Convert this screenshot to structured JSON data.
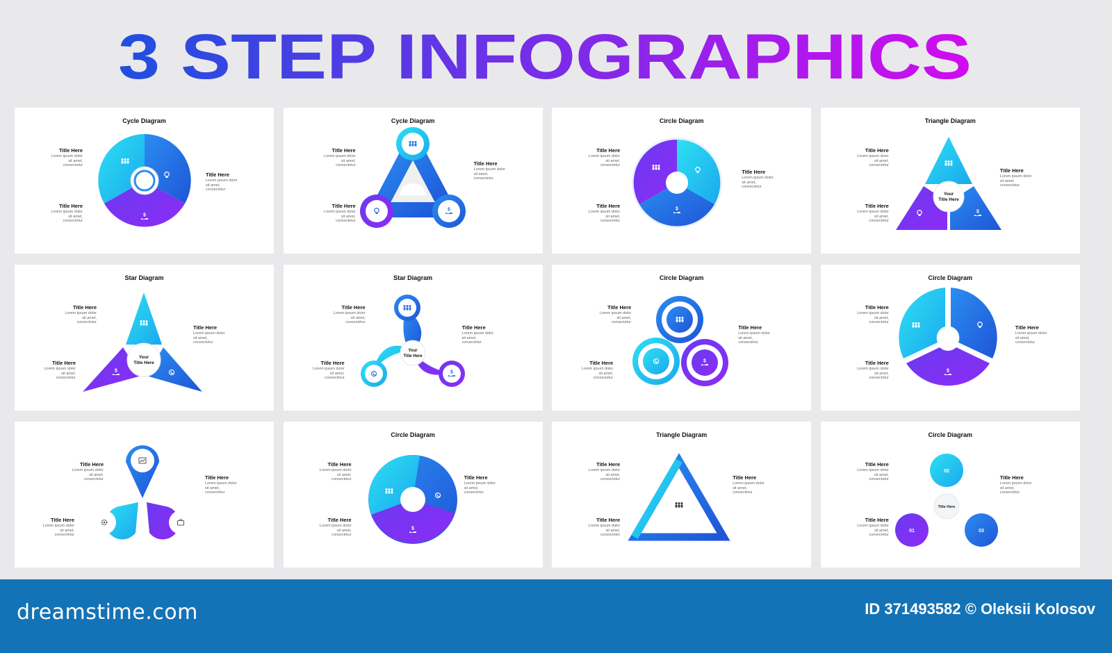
{
  "main_title": "3 STEP INFOGRAPHICS",
  "colors": {
    "cyan": "#22d3ee",
    "blue": "#1f6fe6",
    "purple": "#7b2ff7",
    "title_start": "#1f4fe0",
    "title_end": "#d10bf0",
    "footer": "#1473b6"
  },
  "text": {
    "title_here": "Title Here",
    "lorem_1": "Lorem ipsum dolor",
    "lorem_2": "sit amet,",
    "lorem_3": "consectetur",
    "your_title_1": "Your",
    "your_title_2": "Title Here",
    "pill_title": "Title Here",
    "num_01": "01",
    "num_02": "02",
    "num_03": "03"
  },
  "cards": [
    {
      "title": "Cycle Diagram",
      "icons": [
        "people-icon",
        "lightbulb-icon",
        "dollar-hand-icon"
      ]
    },
    {
      "title": "Cycle Diagram",
      "icons": [
        "people-icon",
        "lightbulb-icon",
        "dollar-hand-icon"
      ]
    },
    {
      "title": "Circle Diagram",
      "icons": [
        "people-icon",
        "lightbulb-icon",
        "dollar-hand-icon"
      ]
    },
    {
      "title": "Triangle Diagram",
      "icons": [
        "people-icon",
        "lightbulb-icon",
        "dollar-hand-icon"
      ]
    },
    {
      "title": "Star Diagram",
      "icons": [
        "people-icon",
        "phone-icon",
        "dollar-hand-icon"
      ]
    },
    {
      "title": "Star Diagram",
      "icons": [
        "people-icon",
        "phone-icon",
        "dollar-hand-icon"
      ]
    },
    {
      "title": "Circle Diagram",
      "icons": [
        "people-icon",
        "phone-icon",
        "dollar-hand-icon"
      ]
    },
    {
      "title": "Circle Diagram",
      "icons": [
        "people-icon",
        "lightbulb-icon",
        "dollar-hand-icon"
      ]
    },
    {
      "title": "",
      "icons": [
        "chart-icon",
        "gear-icon",
        "briefcase-icon"
      ]
    },
    {
      "title": "Circle Diagram",
      "icons": [
        "people-icon",
        "phone-icon",
        "dollar-hand-icon"
      ]
    },
    {
      "title": "Triangle Diagram",
      "icons": [
        "people-icon"
      ]
    },
    {
      "title": "Circle Diagram",
      "icons": []
    }
  ],
  "footer": {
    "logo": "dreamstime.com",
    "id": "ID 371493582 © Oleksii Kolosov"
  }
}
